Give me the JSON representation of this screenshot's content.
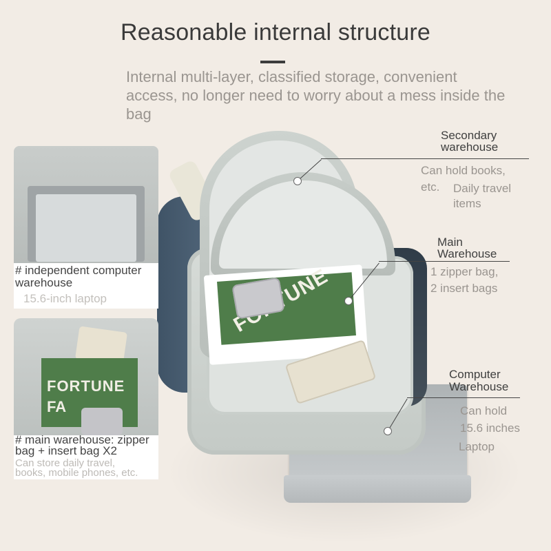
{
  "header": {
    "title": "Reasonable internal structure",
    "subtitle": "Internal multi-layer, classified storage, convenient access, no longer need to worry about a mess inside the bag"
  },
  "callouts": {
    "secondary": {
      "label_line1": "Secondary",
      "label_line2": "warehouse",
      "desc_line1": "Can hold books,",
      "desc_line2a": "etc.",
      "desc_line2b": "Daily travel",
      "desc_line3": "items"
    },
    "main": {
      "label_line1": "Main",
      "label_line2": "Warehouse",
      "desc_line1": "1 zipper bag,",
      "desc_line2": "2 insert bags"
    },
    "computer": {
      "label_line1": "Computer",
      "label_line2": "Warehouse",
      "desc_line1": "Can hold",
      "desc_line2": "15.6 inches",
      "desc_line3": "Laptop"
    }
  },
  "insets": {
    "computer": {
      "title_line1": "# independent computer",
      "title_line2": "warehouse",
      "sub": "15.6-inch laptop"
    },
    "main": {
      "title_line1": "# main warehouse: zipper",
      "title_line2": "bag + insert bag X2",
      "sub_line1": "Can store daily travel,",
      "sub_line2": "books, mobile phones, etc."
    }
  },
  "props": {
    "book_text": "FORTUNE",
    "inset_book_line1": "FORTUNE",
    "inset_book_line2": "FA"
  },
  "colors": {
    "background": "#f2ece5",
    "accent_dark": "#3c3c3c",
    "muted_text": "#9a9590"
  }
}
